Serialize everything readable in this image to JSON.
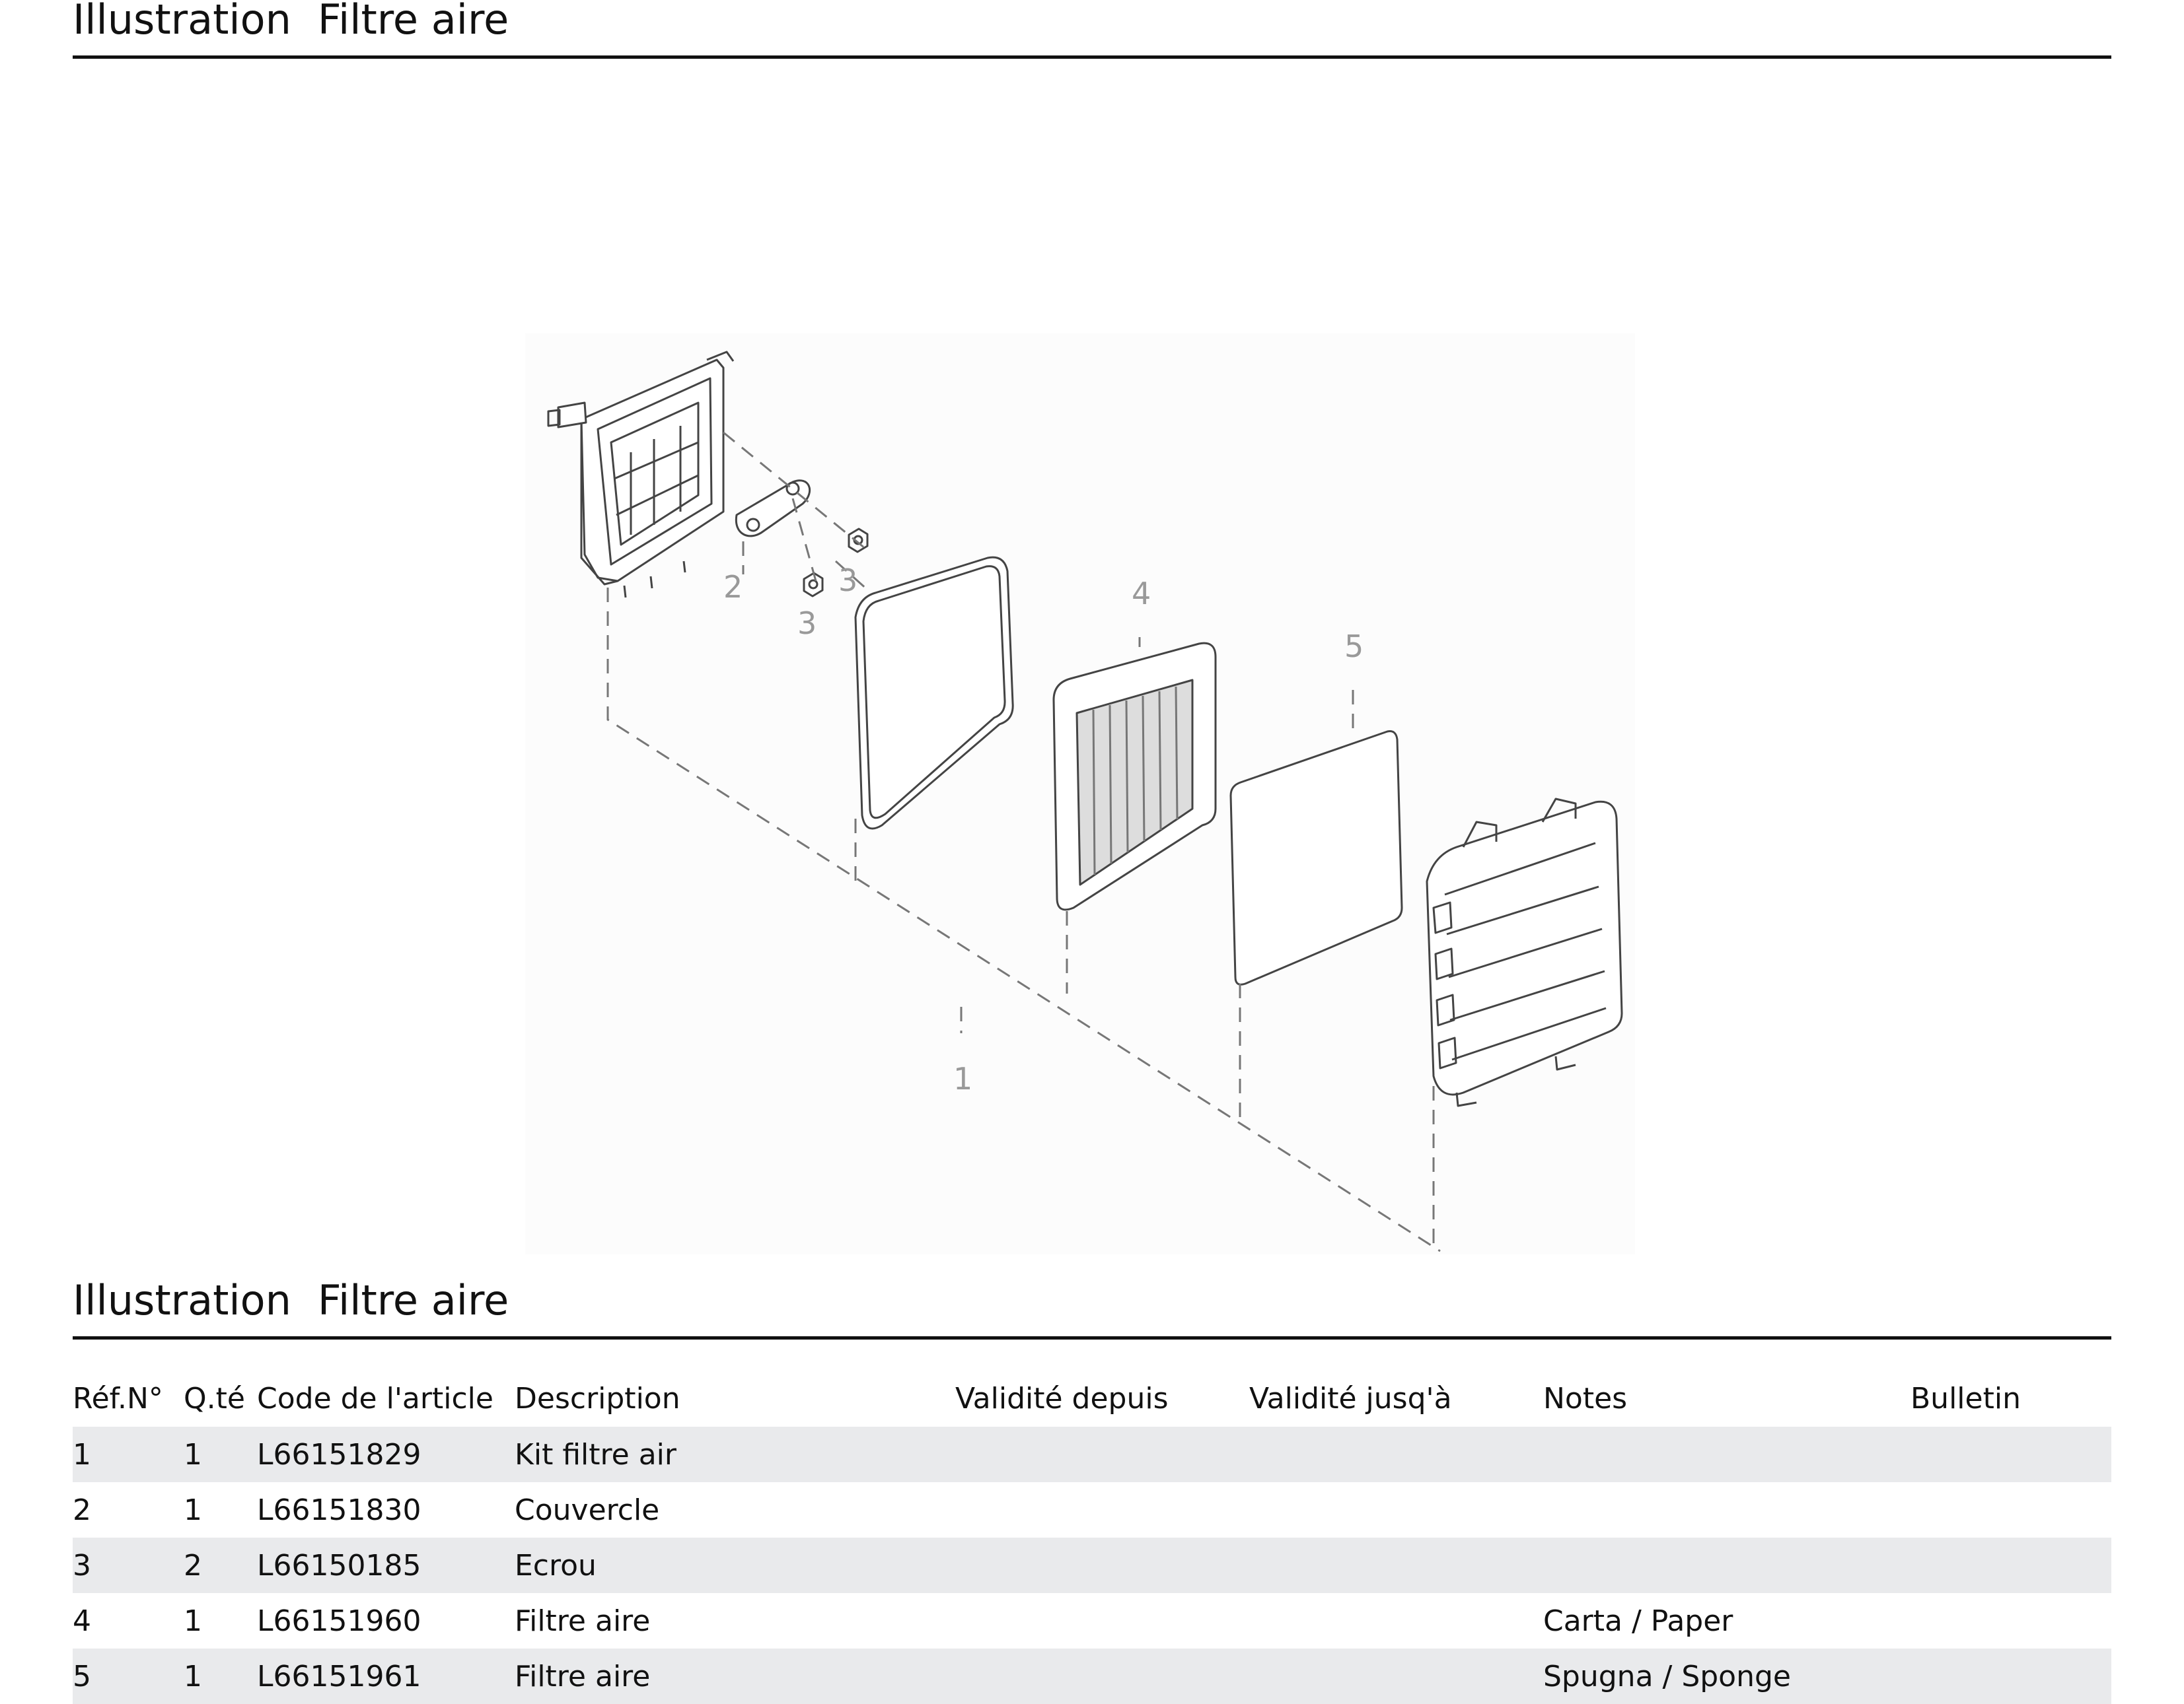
{
  "heading_top": {
    "label": "Illustration",
    "title": "Filtre aire"
  },
  "heading_table": {
    "label": "Illustration",
    "title": "Filtre aire"
  },
  "diagram": {
    "callouts": [
      "1",
      "2",
      "3",
      "3",
      "4",
      "5"
    ]
  },
  "table": {
    "columns": [
      "Réf.N°",
      "Q.té",
      "Code de l'article",
      "Description",
      "Validité depuis",
      "Validité jusq'à",
      "Notes",
      "Bulletin"
    ],
    "rows": [
      {
        "ref": "1",
        "qty": "1",
        "code": "L66151829",
        "description": "Kit filtre air",
        "valid_from": "",
        "valid_to": "",
        "notes": "",
        "bulletin": ""
      },
      {
        "ref": "2",
        "qty": "1",
        "code": "L66151830",
        "description": "Couvercle",
        "valid_from": "",
        "valid_to": "",
        "notes": "",
        "bulletin": ""
      },
      {
        "ref": "3",
        "qty": "2",
        "code": "L66150185",
        "description": "Ecrou",
        "valid_from": "",
        "valid_to": "",
        "notes": "",
        "bulletin": ""
      },
      {
        "ref": "4",
        "qty": "1",
        "code": "L66151960",
        "description": "Filtre aire",
        "valid_from": "",
        "valid_to": "",
        "notes": "Carta / Paper",
        "bulletin": ""
      },
      {
        "ref": "5",
        "qty": "1",
        "code": "L66151961",
        "description": "Filtre aire",
        "valid_from": "",
        "valid_to": "",
        "notes": "Spugna / Sponge",
        "bulletin": ""
      }
    ]
  }
}
